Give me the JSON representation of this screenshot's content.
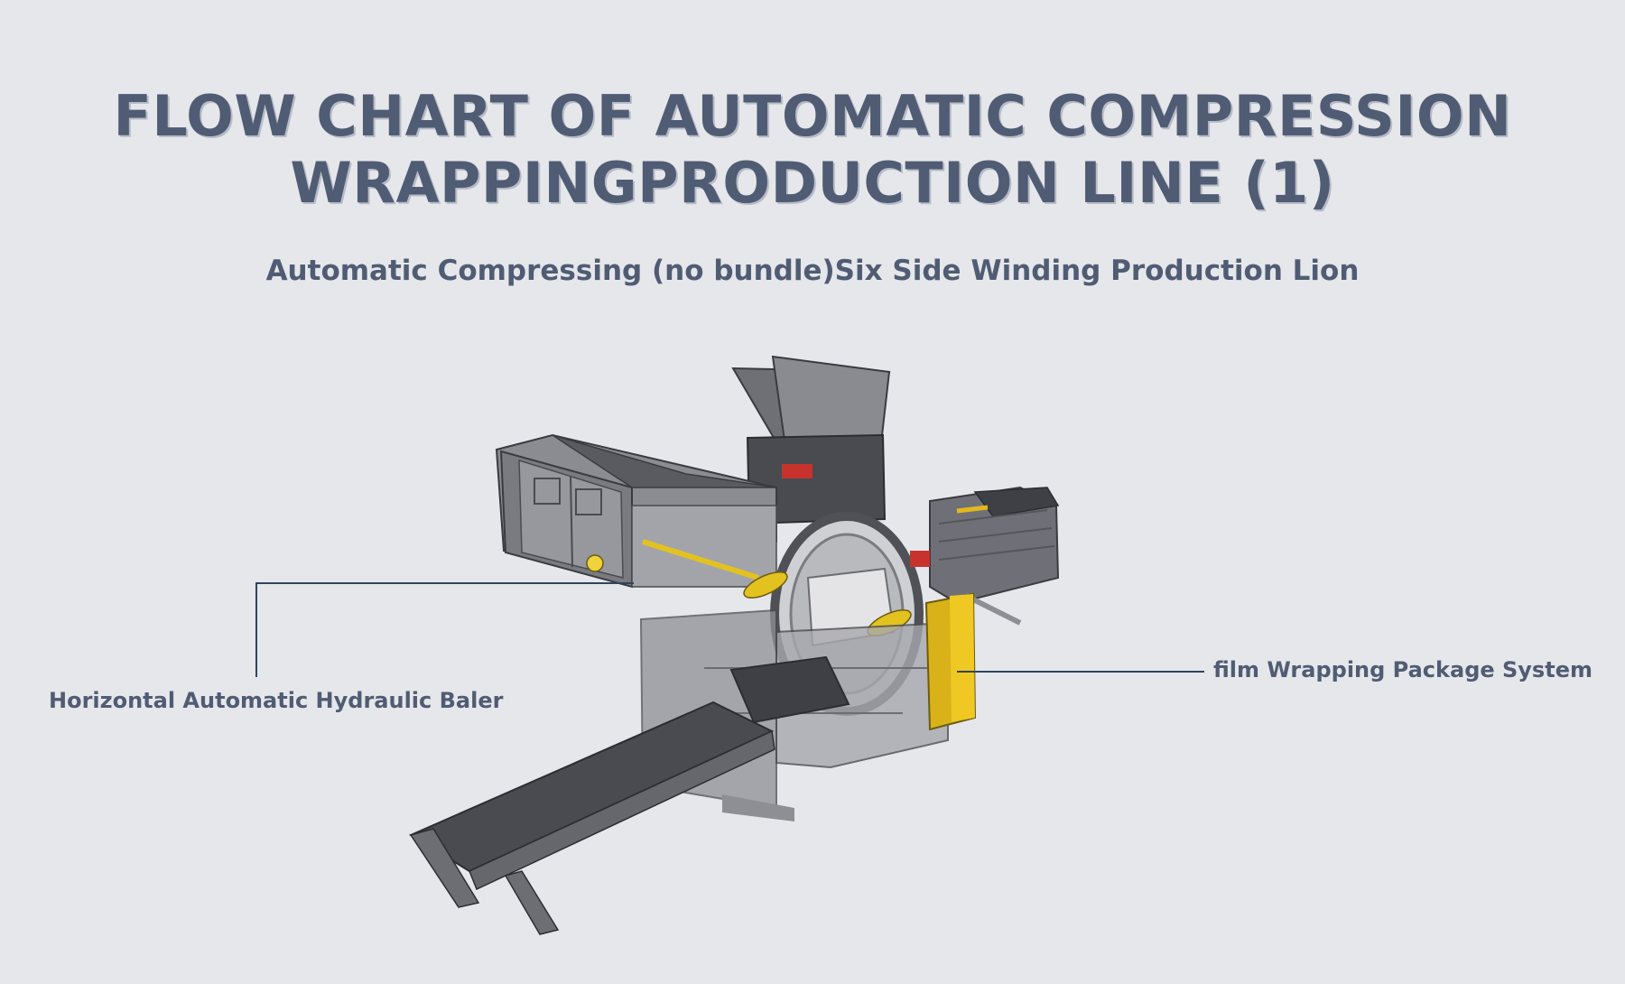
{
  "title": {
    "line1": "FLOW CHART OF AUTOMATIC COMPRESSION",
    "line2": "WRAPPINGPRODUCTION LINE (1)"
  },
  "subtitle": "Automatic Compressing (no bundle)Six Side Winding Production Lion",
  "labels": {
    "baler": "Horizontal Automatic Hydraulic Baler",
    "wrapper": "film Wrapping Package System"
  },
  "colors": {
    "background": "#e6e7eb",
    "text": "#505c73",
    "leader_line": "#2f4560",
    "machine_gray": "#6c6e75",
    "accent_yellow": "#e3b81c"
  }
}
